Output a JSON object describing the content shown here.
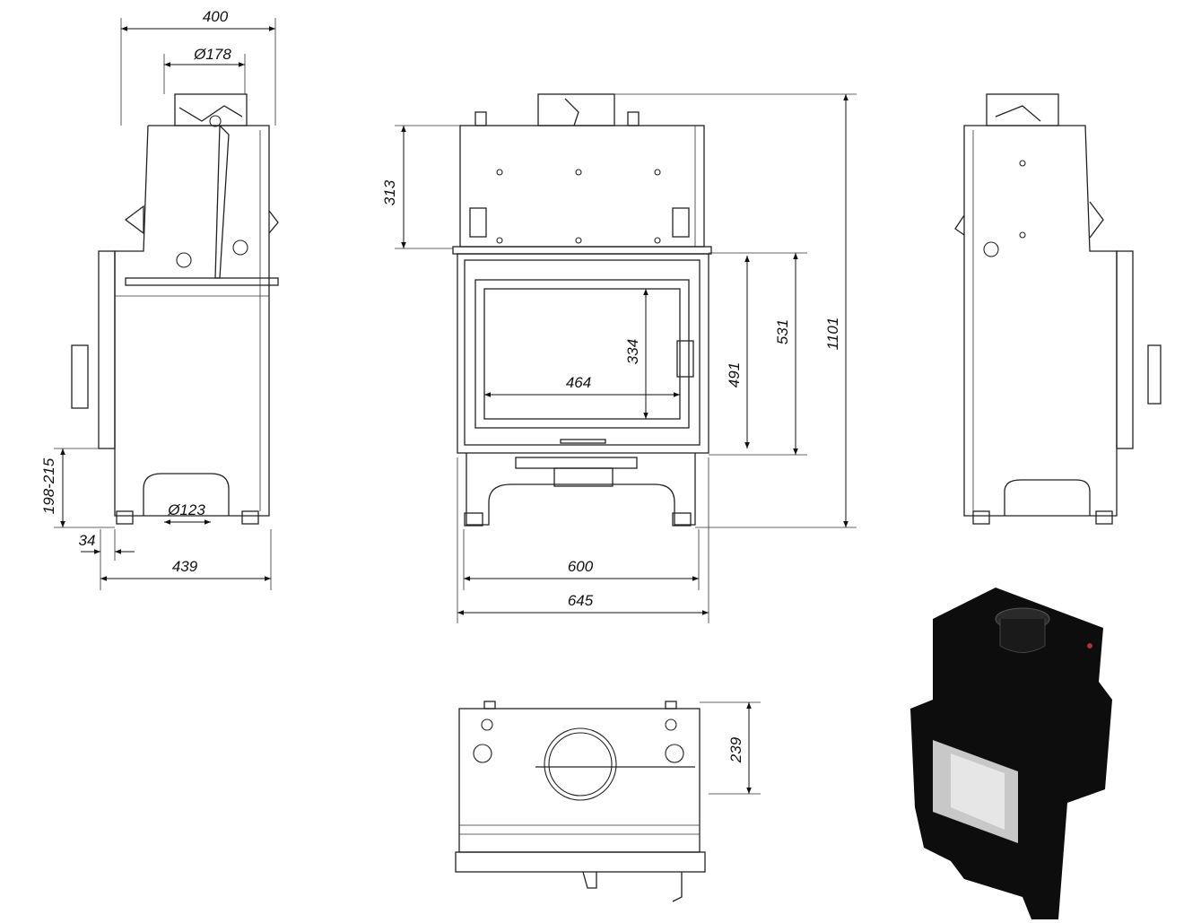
{
  "dimensions": {
    "width_side": "400",
    "flue_diameter": "Ø178",
    "top_height": "313",
    "total_height": "1101",
    "door_outer_height": "531",
    "door_inner_height": "491",
    "glass_height": "334",
    "glass_width": "464",
    "leg_adjust_range": "198-215",
    "air_inlet_diameter": "Ø123",
    "foot_offset": "34",
    "depth": "439",
    "leg_span_width": "600",
    "total_width": "645",
    "top_view_depth": "239"
  },
  "colors": {
    "line": "#222222",
    "render_body": "#0d0d0d",
    "glass": "#c8c8c8"
  }
}
